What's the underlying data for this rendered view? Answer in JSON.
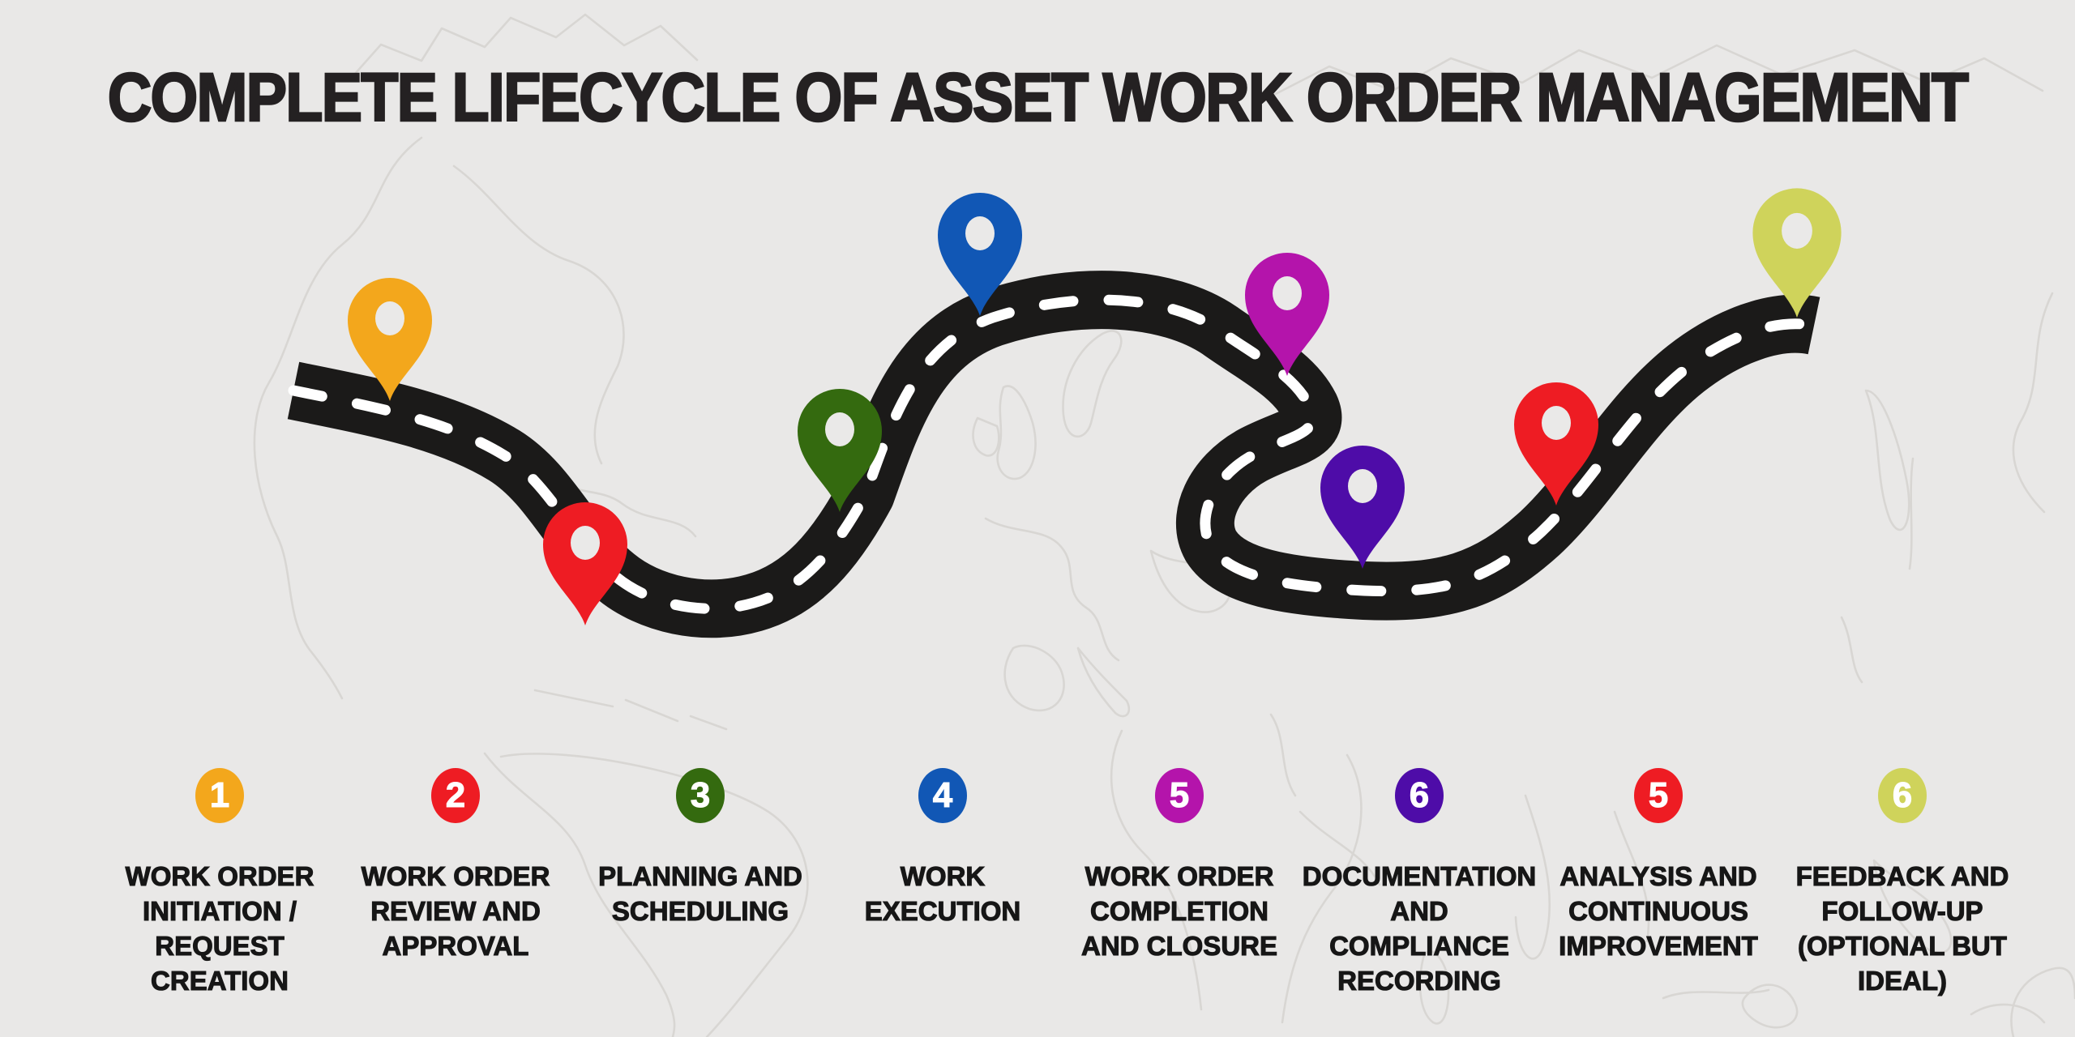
{
  "title": {
    "text": "COMPLETE LIFECYCLE OF ASSET WORK ORDER MANAGEMENT"
  },
  "colors": {
    "background": "#e9e8e7",
    "map_outline": "#d8d6d3",
    "road": "#1b1a19",
    "road_dash": "#ffffff",
    "pin_hole": "#eae9e8",
    "title_text": "#242122",
    "label_text": "#161616",
    "badge_number_text": "#ffffff"
  },
  "steps": [
    {
      "number": "1",
      "color": "#f3a71c",
      "pin_icon": "orange-map-pin",
      "label": "WORK ORDER\nINITIATION /\nREQUEST\nCREATION"
    },
    {
      "number": "2",
      "color": "#ee1c23",
      "pin_icon": "red-map-pin",
      "label": "WORK ORDER\nREVIEW AND\nAPPROVAL"
    },
    {
      "number": "3",
      "color": "#346a0f",
      "pin_icon": "green-map-pin",
      "label": "PLANNING AND\nSCHEDULING"
    },
    {
      "number": "4",
      "color": "#1157b5",
      "pin_icon": "blue-map-pin",
      "label": "WORK\nEXECUTION"
    },
    {
      "number": "5",
      "color": "#b414ab",
      "pin_icon": "magenta-map-pin",
      "label": "WORK ORDER\nCOMPLETION\nAND CLOSURE"
    },
    {
      "number": "6",
      "color": "#4e0ca8",
      "pin_icon": "violet-map-pin",
      "label": "DOCUMENTATION\nAND\nCOMPLIANCE\nRECORDING"
    },
    {
      "number": "5",
      "color": "#ee1c23",
      "pin_icon": "red-map-pin",
      "label": "ANALYSIS AND\nCONTINUOUS\nIMPROVEMENT"
    },
    {
      "number": "6",
      "color": "#cfd35b",
      "pin_icon": "yellow-green-map-pin",
      "label": "FEEDBACK AND\nFOLLOW-UP\n(OPTIONAL BUT\nIDEAL)"
    }
  ]
}
